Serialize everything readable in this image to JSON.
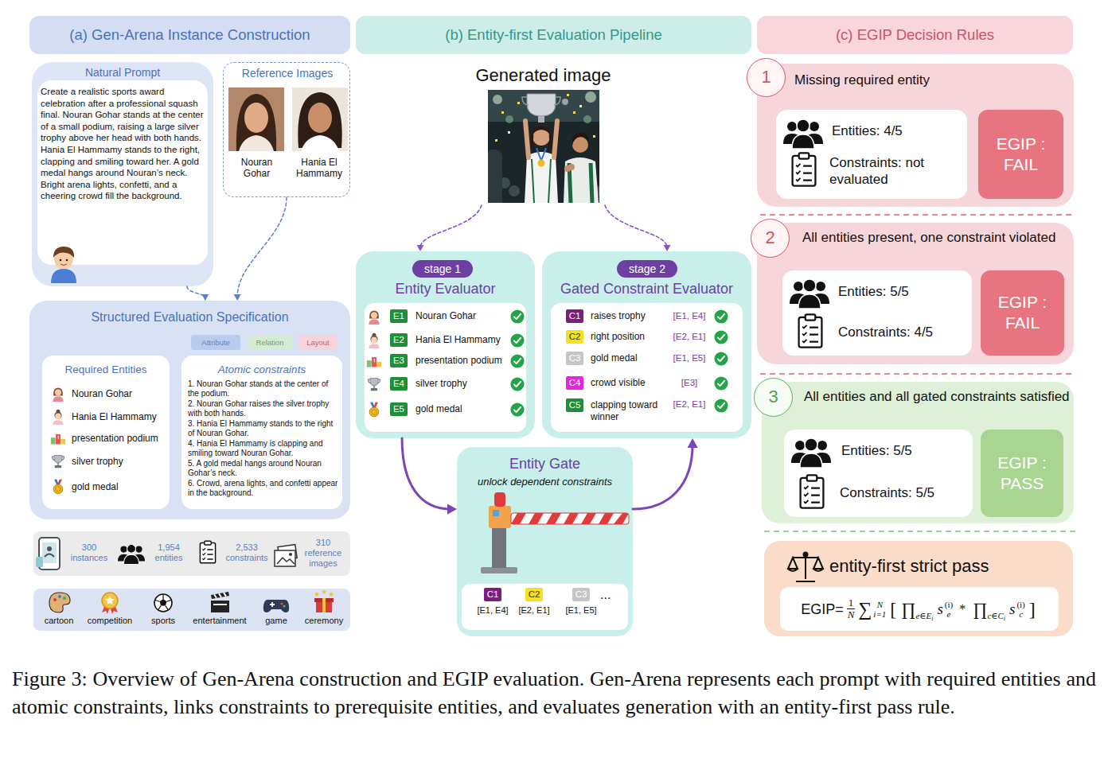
{
  "diagram": {
    "caption": "Figure 3: Overview of Gen-Arena construction and EGIP evaluation. Gen-Arena represents each prompt with required entities and atomic constraints, links constraints to prerequisite entities, and evaluates generation with an entity-first pass rule.",
    "nodes": [
      {
        "text": [
          "(a) Gen-Arena Instance Construction"
        ]
      },
      {
        "text": [
          "Natural Prompt",
          "Create a realistic sports award celebration after a professional squash final. Nouran Gohar stands at the center of a small podium, raising a large silver trophy above her head with both hands. Hania El Hammamy stands to the right, clapping and smiling toward her. A gold medal hangs around Nouran’s neck. Bright arena lights, confetti, and a cheering crowd fill the background."
        ]
      },
      {
        "text": [
          "Reference Images",
          "Nouran Gohar",
          "Hania El Hammamy"
        ]
      },
      {
        "text": [
          "Structured Evaluation Specification"
        ]
      },
      {
        "text": [
          "Required Entities",
          "Nouran Gohar",
          "Hania El Hammamy",
          "presentation podium",
          "silver trophy",
          "gold medal"
        ],
        "in": 3
      },
      {
        "text": [
          "Atomic constraints",
          "1. Nouran Gohar stands at the center of the podium.",
          "2. Nouran Gohar raises the silver trophy with both hands.",
          "3. Hania El Hammamy stands to the right of Nouran Gohar.",
          "4. Hania El Hammamy is clapping and smiling toward Nouran Gohar.",
          "5. A gold medal hangs around Nouran Gohar’s neck.",
          "6. Crowd, arena lights, and confetti appear in the background."
        ],
        "in": 3
      },
      {
        "text": [
          "300 instances",
          "1,954 entities",
          "2,533 constraints",
          "310 reference images"
        ]
      },
      {
        "text": [
          "cartoon",
          "competition",
          "sports",
          "entertainment",
          "game",
          "ceremony"
        ]
      },
      {
        "text": [
          "(b) Entity-first Evaluation Pipeline"
        ]
      },
      {
        "text": [
          "Generated image"
        ]
      },
      {
        "text": [
          "stage 1",
          "Entity Evaluator",
          "E1",
          "Nouran Gohar",
          "E2",
          "Hania El Hammamy",
          "E3",
          "presentation podium",
          "E4",
          "silver trophy",
          "E5",
          "gold medal"
        ]
      },
      {
        "text": [
          "stage 2",
          "Gated Constraint Evaluator",
          "C1",
          "raises trophy",
          "[E1, E4]",
          "C2",
          "right position",
          "[E2, E1]",
          "C3",
          "gold medal",
          "[E1, E5]",
          "C4",
          "crowd visible",
          "[E3]",
          "C5",
          "clapping toward winner",
          "[E2, E1]"
        ]
      },
      {
        "text": [
          "Entity Gate",
          "unlock dependent constraints",
          "C1",
          "[E1, E4]",
          "C2",
          "[E2, E1]",
          "C3",
          "[E1, E5]",
          "..."
        ]
      },
      {
        "text": [
          "(c) EGIP Decision Rules"
        ]
      },
      {
        "text": [
          "1",
          "Missing required entity"
        ]
      },
      {
        "text": [
          "Entities: 4/5",
          "Constraints: not evaluated"
        ],
        "in": 14
      },
      {
        "text": [
          "EGIP : FAIL"
        ],
        "in": 14
      },
      {
        "text": [
          "2",
          "All entities present, one constraint violated"
        ]
      },
      {
        "text": [
          "Entities: 5/5",
          "Constraints: 4/5"
        ],
        "in": 17
      },
      {
        "text": [
          "EGIP : FAIL"
        ],
        "in": 17
      },
      {
        "text": [
          "3",
          "All entities and all gated constraints satisfied"
        ]
      },
      {
        "text": [
          "Entities: 5/5",
          "Constraints: 5/5"
        ],
        "in": 20
      },
      {
        "text": [
          "EGIP : PASS"
        ],
        "in": 20
      },
      {
        "text": [
          "entity-first strict pass"
        ]
      },
      {
        "text": [
          "EGIP=",
          "1",
          "N",
          "∑",
          "N",
          "i=1",
          "[",
          "∏",
          "e∈E",
          "i",
          "s",
          "(i)",
          "e",
          "*",
          "∏",
          "c∈C",
          "i",
          "s",
          "(i)",
          "c",
          "]"
        ],
        "in": 23
      }
    ],
    "edges": [
      {
        "from": 1,
        "to": 3,
        "arrow": "to"
      },
      {
        "from": 2,
        "to": 3,
        "arrow": "to"
      },
      {
        "from": 9,
        "to": 10,
        "arrow": "to"
      },
      {
        "from": 9,
        "to": 11,
        "arrow": "to"
      },
      {
        "from": 10,
        "to": 12,
        "arrow": "to"
      },
      {
        "from": 12,
        "to": 11,
        "arrow": "to"
      }
    ],
    "legend": [
      {
        "text": "Attribute",
        "color": "#b9cbee"
      },
      {
        "text": "Relation",
        "color": "#d6ebd3"
      },
      {
        "text": "Layout",
        "color": "#f6d3d9"
      }
    ]
  }
}
